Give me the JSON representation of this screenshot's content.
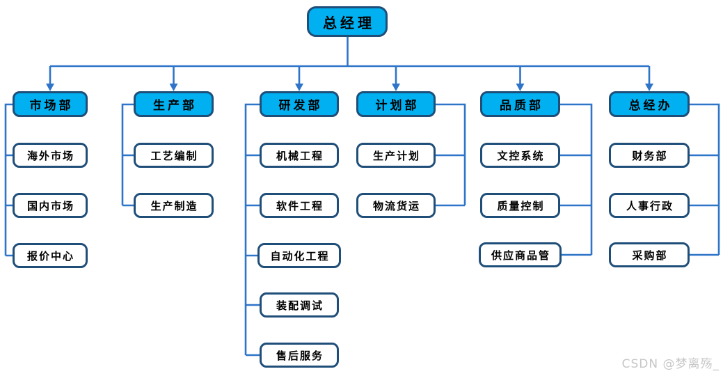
{
  "org": {
    "root": {
      "label": "总经理"
    },
    "departments": [
      {
        "label": "市场部",
        "children": [
          "海外市场",
          "国内市场",
          "报价中心"
        ]
      },
      {
        "label": "生产部",
        "children": [
          "工艺编制",
          "生产制造"
        ]
      },
      {
        "label": "研发部",
        "children": [
          "机械工程",
          "软件工程",
          "自动化工程",
          "装配调试",
          "售后服务"
        ]
      },
      {
        "label": "计划部",
        "children": [
          "生产计划",
          "物流货运"
        ]
      },
      {
        "label": "品质部",
        "children": [
          "文控系统",
          "质量控制",
          "供应商品管"
        ]
      },
      {
        "label": "总经办",
        "children": [
          "财务部",
          "人事行政",
          "采购部"
        ]
      }
    ]
  },
  "watermark": "CSDN @梦离殇_",
  "colors": {
    "node_fill": "#00B0F0",
    "node_border": "#1F4E79",
    "connector": "#2E74C9",
    "watermark_gray": "#C6C6C6"
  }
}
